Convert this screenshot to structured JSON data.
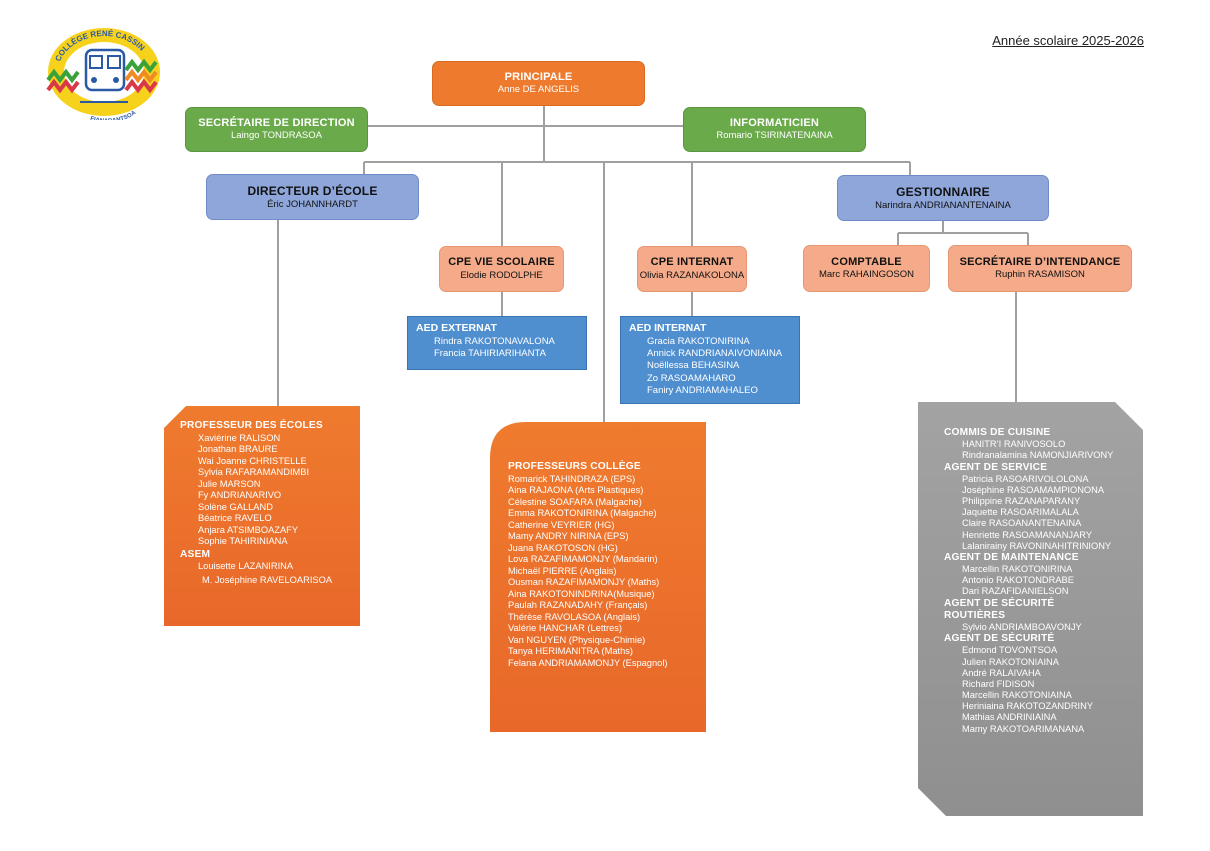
{
  "school_year": "Année scolaire 2025-2026",
  "logo": {
    "arc_text_top": "COLLÈGE RENÉ CASSIN",
    "arc_text_bottom": "FIANARANTSOA"
  },
  "principale": {
    "title": "PRINCIPALE",
    "name": "Anne DE ANGELIS"
  },
  "secretaire_direction": {
    "title": "SECRÉTAIRE DE DIRECTION",
    "name": "Laingo TONDRASOA"
  },
  "informaticien": {
    "title": "INFORMATICIEN",
    "name": "Romario TSIRINATENAINA"
  },
  "directeur_ecole": {
    "title": "DIRECTEUR D’ÉCOLE",
    "name": "Éric JOHANNHARDT"
  },
  "gestionnaire": {
    "title": "GESTIONNAIRE",
    "name": "Narindra ANDRIANANTENAINA"
  },
  "cpe_vie_scolaire": {
    "title": "CPE VIE SCOLAIRE",
    "name": "Elodie RODOLPHE"
  },
  "cpe_internat": {
    "title": "CPE INTERNAT",
    "name": "Olivia RAZANAKOLONA"
  },
  "comptable": {
    "title": "COMPTABLE",
    "name": "Marc RAHAINGOSON"
  },
  "secretaire_intendance": {
    "title": "SECRÉTAIRE D’INTENDANCE",
    "name": "Ruphin RASAMISON"
  },
  "aed_externat": {
    "title": "AED EXTERNAT",
    "members": [
      "Rindra RAKOTONAVALONA",
      "Francia TAHIRIARIHANTA"
    ]
  },
  "aed_internat": {
    "title": "AED INTERNAT",
    "members": [
      "Gracia RAKOTONIRINA",
      "Annick RANDRIANAIVONIAINA",
      "Noëllessa BEHASINA",
      "Zo RASOAMAHARO",
      "Faniry ANDRIAMAHALEO"
    ]
  },
  "professeurs_ecoles": {
    "title": "PROFESSEUR DES ÉCOLES",
    "members": [
      "Xaviérine RALISON",
      "Jonathan BRAURE",
      "Wai Joanne CHRISTELLE",
      "Sylvia RAFARAMANDIMBI",
      "Julie MARSON",
      "Fy ANDRIANARIVO",
      "Solène GALLAND",
      "Béatrice RAVELO",
      "Anjara ATSIMBOAZAFY",
      "Sophie TAHIRINIANA"
    ],
    "asem_title": "ASEM",
    "asem_members": [
      "Louisette LAZANIRINA",
      "M. Joséphine RAVELOARISOA"
    ]
  },
  "professeurs_college": {
    "title": "PROFESSEURS COLLÈGE",
    "members": [
      "Romarick TAHINDRAZA (EPS)",
      "Aina RAJAONA (Arts Plastiques)",
      "Célestine SOAFARA (Malgache)",
      "Emma RAKOTONIRINA (Malgache)",
      "Catherine VEYRIER (HG)",
      "Mamy ANDRY NIRINA  (EPS)",
      "Juana RAKOTOSON (HG)",
      "Lova RAZAFIMAMONJY (Mandarin)",
      "Michaël PIERRE (Anglais)",
      "Ousman RAZAFIMAMONJY (Maths)",
      "Aina RAKOTONINDRINA(Musique)",
      "Paulah RAZANADAHY (Français)",
      "Thérèse RAVOLASOA (Anglais)",
      "Valérie HANCHAR (Lettres)",
      "Van NGUYEN (Physique-Chimie)",
      "Tanya HERIMANITRA (Maths)",
      "Felana ANDRIAMAMONJY (Espagnol)"
    ]
  },
  "personnel": {
    "groups": [
      {
        "title": "COMMIS DE CUISINE",
        "members": [
          "HANITR’I RANIVOSOLO",
          "Rindranalamina NAMONJIARIVONY"
        ]
      },
      {
        "title": "AGENT DE SERVICE",
        "members": [
          "Patricia RASOARIVOLOLONA",
          "Joséphine RASOAMAMPIONONA",
          "Philippine RAZANAPARANY",
          "Jaquette RASOARIMALALA",
          "Claire RASOANANTENAINA",
          "Henriette RASOAMANANJARY",
          "Lalanirainy RAVONINAHITRINIONY"
        ]
      },
      {
        "title": "AGENT DE MAINTENANCE",
        "members": [
          "Marcellin RAKOTONIRINA",
          "Antonio RAKOTONDRABE",
          "Dari RAZAFIDANIELSON"
        ]
      },
      {
        "title": "AGENT DE SÉCURITÉ ROUTIÈRES",
        "members": [
          "Sylvio ANDRIAMBOAVONJY"
        ]
      },
      {
        "title": "AGENT DE SÉCURITÉ",
        "members": [
          "Edmond TOVONTSOA",
          "Julien RAKOTONIAINA",
          "André RALAIVAHA",
          "Richard FIDISON",
          "Marcellin RAKOTONIAINA",
          "Heriniaina RAKOTOZANDRINY",
          "Mathias ANDRINIAINA",
          "Mamy RAKOTOARIMANANA"
        ]
      }
    ]
  },
  "colors": {
    "orange": "#ee7a2e",
    "green": "#6aaa4a",
    "blue_header": "#8ea6da",
    "salmon": "#f5ab8a",
    "aed_blue": "#4f8fd0",
    "grey": "#9a9a9a",
    "connector": "#a0a0a0"
  }
}
